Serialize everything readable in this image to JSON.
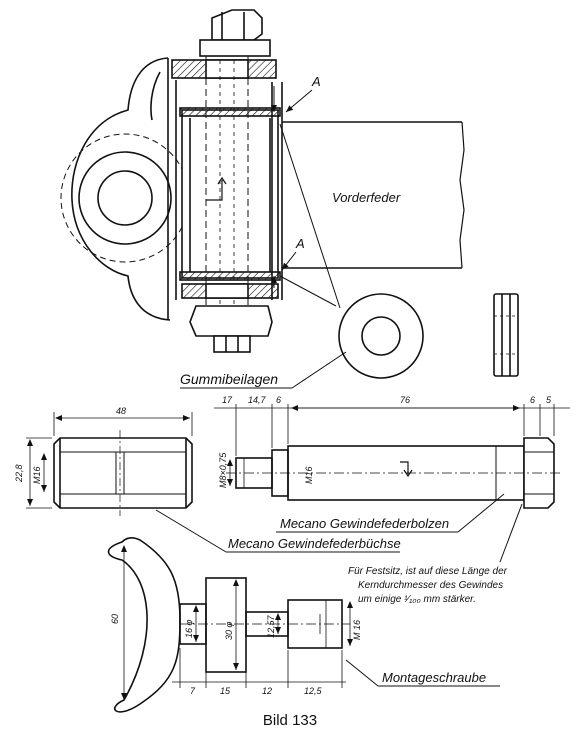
{
  "labels": {
    "vorderfeder": "Vorderfeder",
    "gummibeilagen": "Gummibeilagen",
    "marker_a_top": "A",
    "marker_a_bottom": "A",
    "bolzen": "Mecano Gewindefederbolzen",
    "buechse": "Mecano Gewindefederbüchse",
    "montageschraube": "Montageschraube",
    "note_line1": "Für Festsitz, ist auf diese Länge der",
    "note_line2": "Kerndurchmesser des Gewindes",
    "note_line3": "um einige ¹⁄₁₀₀ mm stärker."
  },
  "dimensions": {
    "buechse_length": "48",
    "buechse_dia": "22,8",
    "buechse_thread": "M16",
    "bolzen_17": "17",
    "bolzen_147": "14,7",
    "bolzen_6a": "6",
    "bolzen_76": "76",
    "bolzen_6b": "6",
    "bolzen_5": "5",
    "bolzen_thread_small": "M8×0,75",
    "bolzen_thread": "M16",
    "tool_height": "60",
    "tool_d1": "16 φ",
    "tool_d2": "30 φ",
    "tool_d3": "12,57",
    "tool_thread": "M 16",
    "tool_7": "7",
    "tool_15": "15",
    "tool_12": "12",
    "tool_125": "12,5"
  },
  "caption": "Bild 133"
}
